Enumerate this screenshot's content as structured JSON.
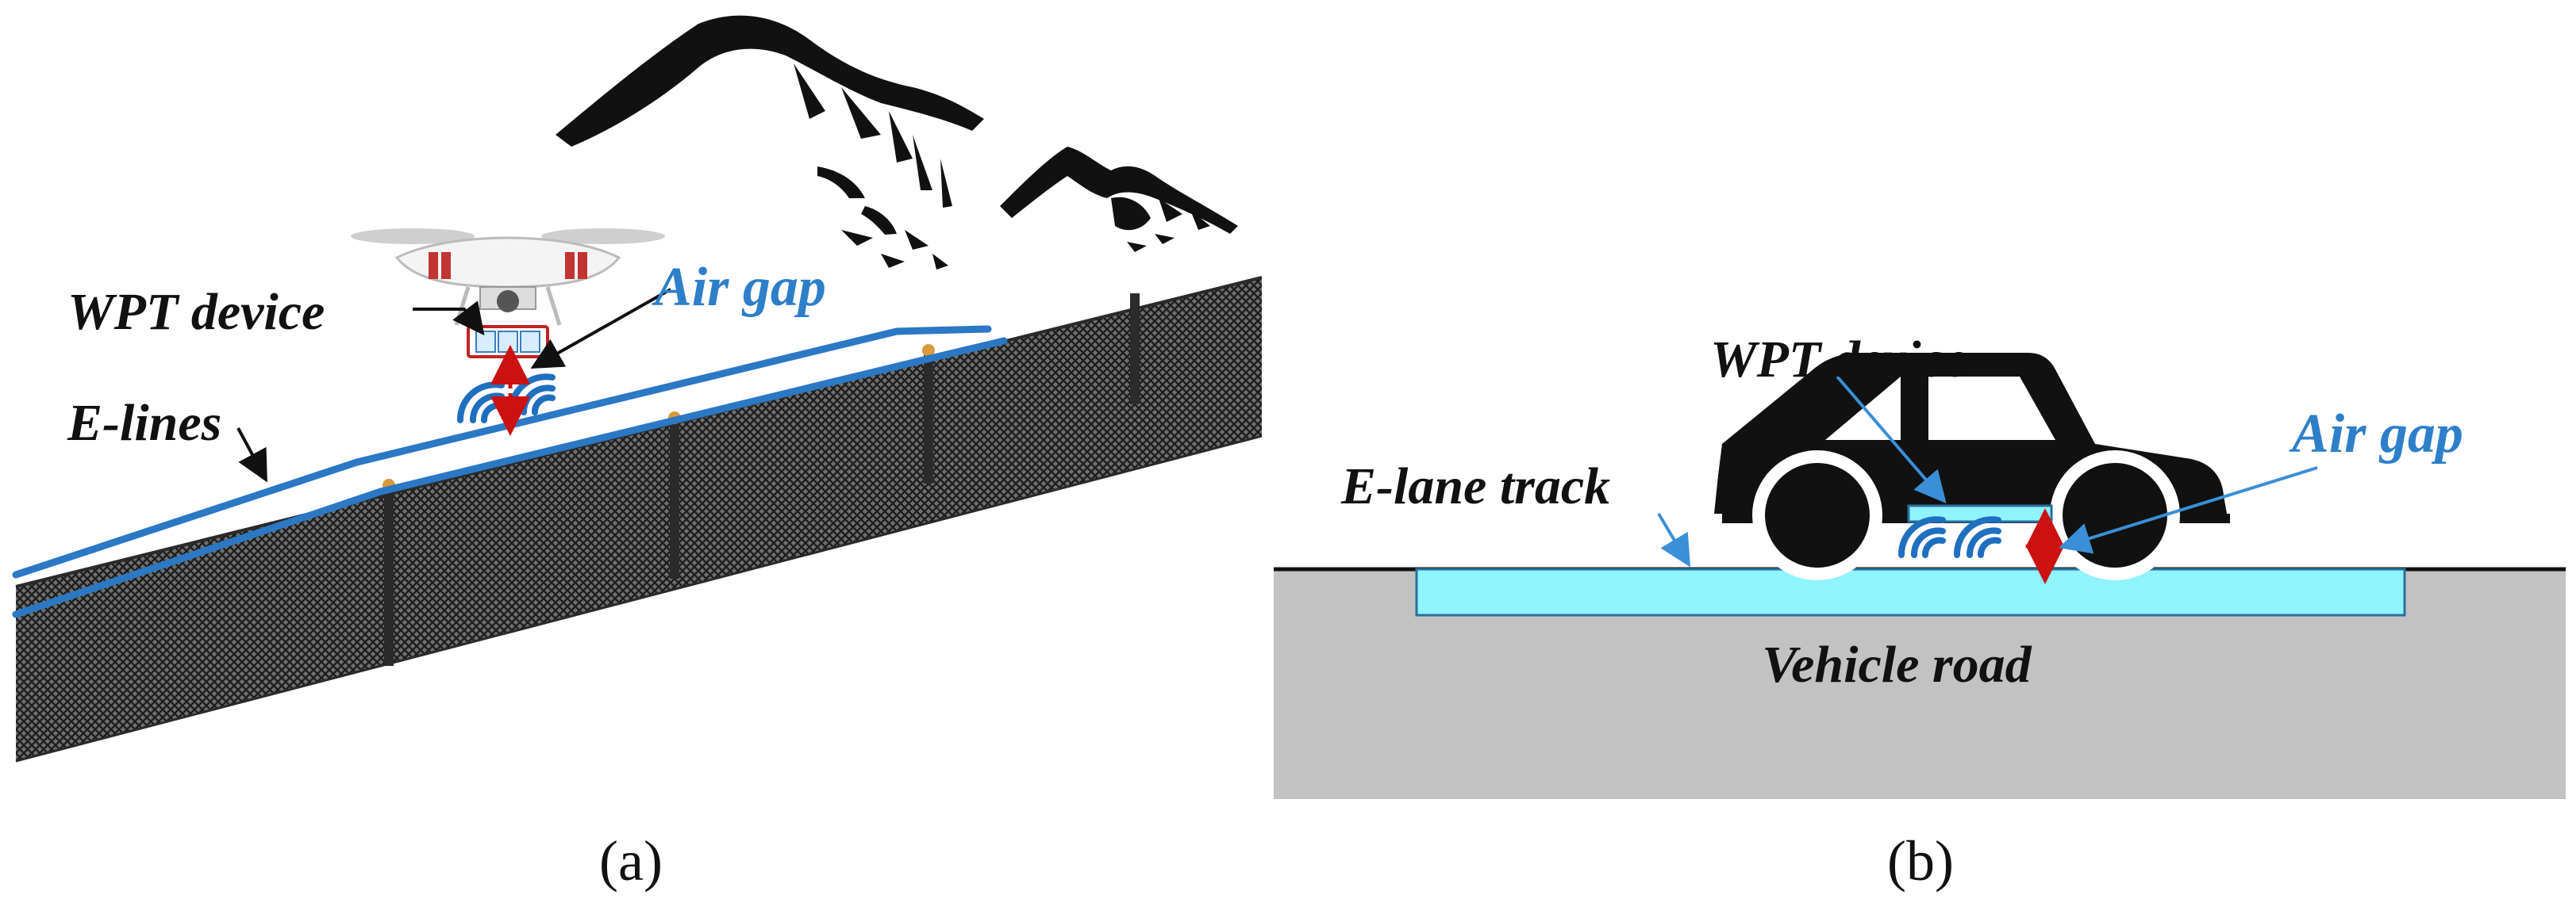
{
  "panel_a": {
    "labels": {
      "wpt_device": "WPT device",
      "air_gap": "Air gap",
      "e_lines": "E-lines"
    },
    "caption": "(a)"
  },
  "panel_b": {
    "labels": {
      "wpt_device": "WPT device",
      "air_gap": "Air gap",
      "e_lane_track": "E-lane track",
      "vehicle_road": "Vehicle road"
    },
    "caption": "(b)"
  },
  "colors": {
    "label_blue": "#2e7fc9",
    "e_line_blue": "#2b78c4",
    "e_lane_cyan": "#8ff4fb",
    "road_gray": "#c2c2c2",
    "gap_arrow_red": "#cc1111",
    "wave_blue": "#1f6fc0"
  },
  "icons": [
    "drone-icon",
    "car-icon",
    "mountain-icon",
    "wireless-wave-icon",
    "fence-icon"
  ]
}
